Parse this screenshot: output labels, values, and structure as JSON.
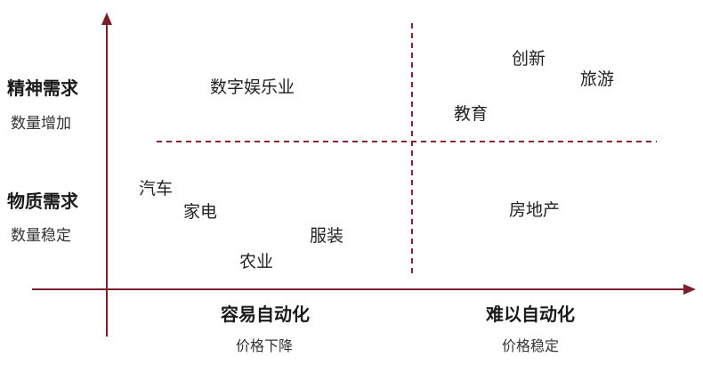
{
  "colors": {
    "axis": "#7a1f2b",
    "divider": "#8b2232",
    "text": "#1a1a1a"
  },
  "y_axis": {
    "top": {
      "main": "精神需求",
      "sub": "数量增加"
    },
    "bottom": {
      "main": "物质需求",
      "sub": "数量稳定"
    }
  },
  "x_axis": {
    "left": {
      "main": "容易自动化",
      "sub": "价格下降"
    },
    "right": {
      "main": "难以自动化",
      "sub": "价格稳定"
    }
  },
  "quadrants": {
    "top_left": [
      "数字娱乐业"
    ],
    "top_right": [
      "创新",
      "旅游",
      "教育"
    ],
    "bottom_left": [
      "汽车",
      "家电",
      "服装",
      "农业"
    ],
    "bottom_right": [
      "房地产"
    ]
  }
}
